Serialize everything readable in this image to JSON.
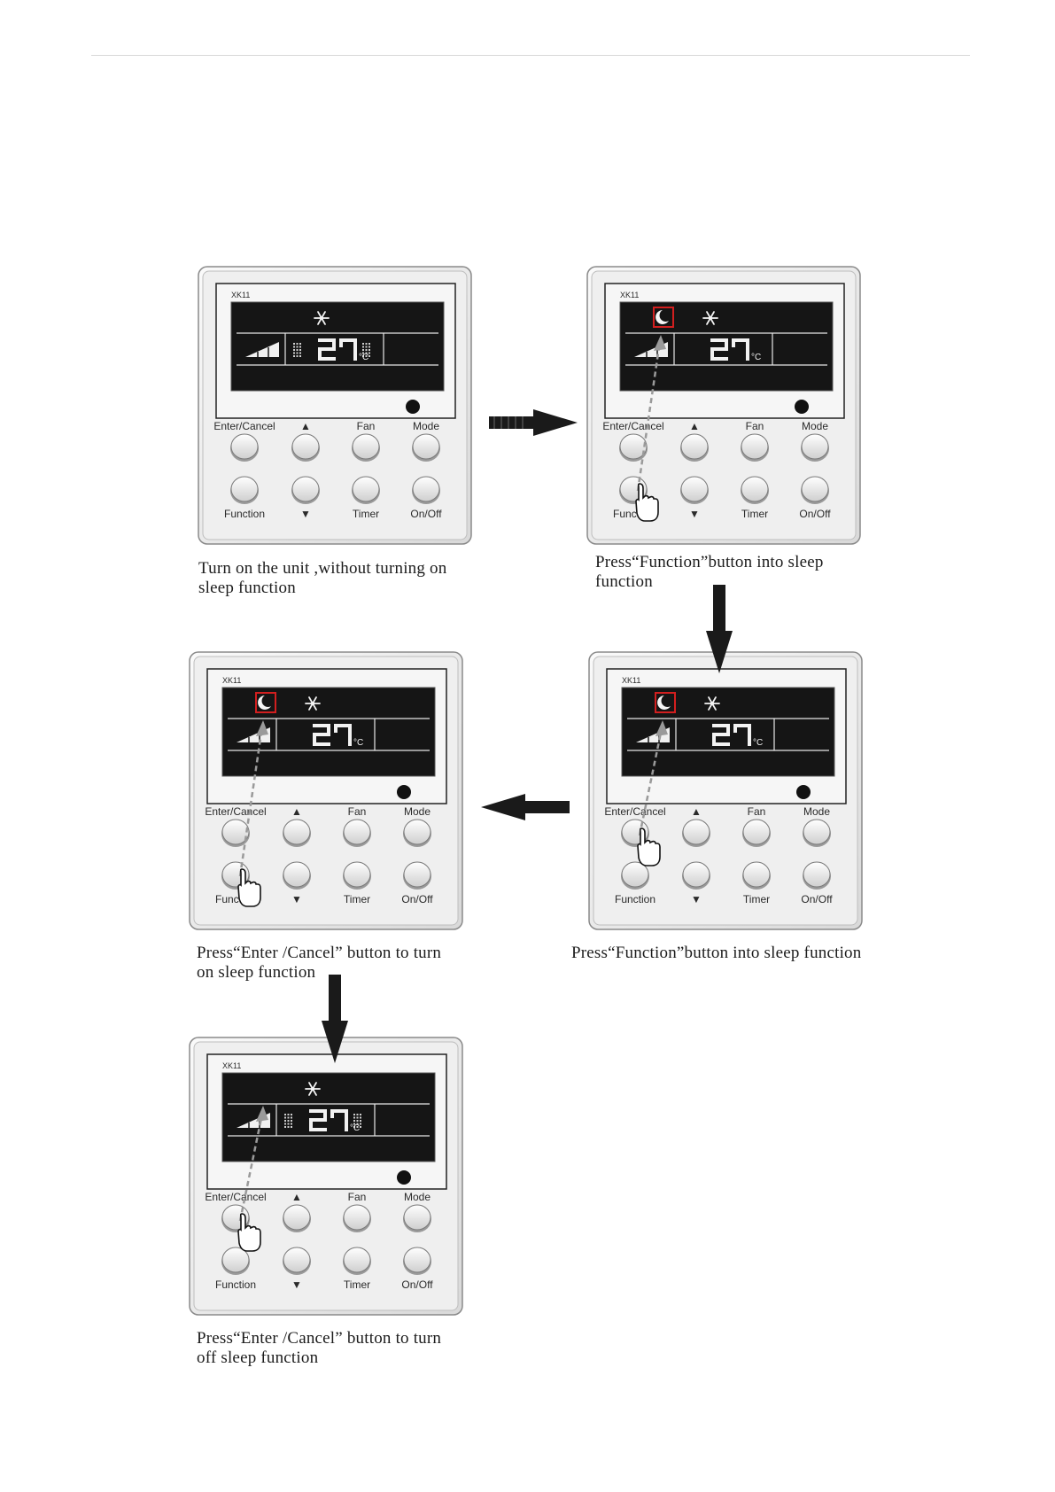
{
  "remotes": [
    {
      "model": "XK11",
      "temperature": "27",
      "unit": "°C",
      "sleep_icon": false,
      "sleep_highlight": false,
      "fan_flaps": true,
      "hand": "none",
      "labels": {
        "enter": "Enter/Cancel",
        "up": "▲",
        "fan": "Fan",
        "mode": "Mode",
        "function": "Function",
        "down": "▼",
        "timer": "Timer",
        "onoff": "On/Off"
      }
    },
    {
      "model": "XK11",
      "temperature": "27",
      "unit": "°C",
      "sleep_icon": true,
      "sleep_highlight": true,
      "fan_flaps": false,
      "hand": "function",
      "labels": {
        "enter": "Enter/Cancel",
        "up": "▲",
        "fan": "Fan",
        "mode": "Mode",
        "function": "Function",
        "down": "▼",
        "timer": "Timer",
        "onoff": "On/Off"
      }
    },
    {
      "model": "XK11",
      "temperature": "27",
      "unit": "°C",
      "sleep_icon": true,
      "sleep_highlight": true,
      "fan_flaps": false,
      "hand": "enter",
      "labels": {
        "enter": "Enter/Cancel",
        "up": "▲",
        "fan": "Fan",
        "mode": "Mode",
        "function": "Function",
        "down": "▼",
        "timer": "Timer",
        "onoff": "On/Off"
      }
    },
    {
      "model": "XK11",
      "temperature": "27",
      "unit": "°C",
      "sleep_icon": true,
      "sleep_highlight": true,
      "fan_flaps": false,
      "hand": "function",
      "labels": {
        "enter": "Enter/Cancel",
        "up": "▲",
        "fan": "Fan",
        "mode": "Mode",
        "function": "Function",
        "down": "▼",
        "timer": "Timer",
        "onoff": "On/Off"
      }
    },
    {
      "model": "XK11",
      "temperature": "27",
      "unit": "°C",
      "sleep_icon": false,
      "sleep_highlight": false,
      "fan_flaps": true,
      "hand": "enter",
      "labels": {
        "enter": "Enter/Cancel",
        "up": "▲",
        "fan": "Fan",
        "mode": "Mode",
        "function": "Function",
        "down": "▼",
        "timer": "Timer",
        "onoff": "On/Off"
      }
    }
  ],
  "captions": {
    "step1": [
      "Turn on the unit ,without turning on",
      "sleep function"
    ],
    "step2": [
      "Press“Function”button into sleep",
      "function"
    ],
    "step3": [
      "Press“Function”button into sleep function"
    ],
    "step4": [
      "Press“Enter /Cancel” button to turn",
      "on sleep function"
    ],
    "step5": [
      "Press“Enter /Cancel” button to turn",
      "off sleep function"
    ]
  },
  "colors": {
    "panel": "#efefef",
    "lcd": "#151515",
    "segment": "#f2f2f2",
    "highlight": "#d21f1f",
    "arrow": "#1a1a1a"
  }
}
